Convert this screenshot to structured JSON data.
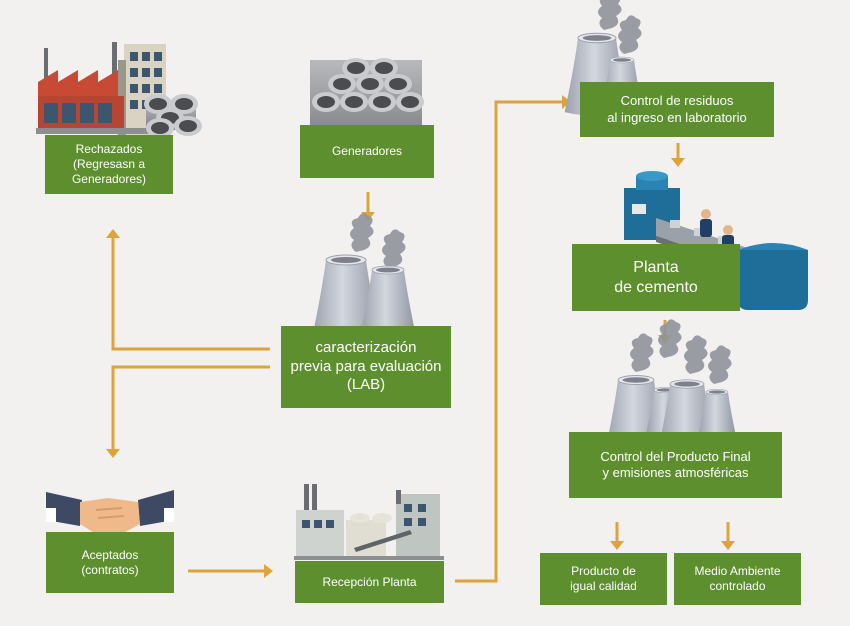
{
  "nodes": {
    "rechazados": "Rechazados\n(Regresasn a\nGeneradores)",
    "generadores": "Generadores",
    "caracterizacion": "caracterización\nprevia para evaluación\n(LAB)",
    "aceptados": "Aceptados\n(contratos)",
    "recepcion": "Recepción Planta",
    "control_residuos": "Control de residuos\nal ingreso en laboratorio",
    "planta_cemento": "Planta\nde cemento",
    "control_producto": "Control del Producto Final\ny emisiones atmosféricas",
    "producto_igual": "Producto de\nigual calidad",
    "medio_ambiente": "Medio Ambiente\ncontrolado"
  },
  "colors": {
    "box_fill": "#5d8f2e",
    "box_text": "#ffffff",
    "arrow": "#dca43a",
    "background": "#f2f1ef",
    "tower": "#b7bcc6",
    "pipe": "#8d8f92",
    "machine": "#1f6e99",
    "factory_roof": "#c84a34"
  },
  "icons": [
    "factory-icon",
    "pipes-icon",
    "cooling-towers-icon",
    "handshake-icon",
    "plant-building-icon",
    "conveyor-machine-icon",
    "workers-icon"
  ]
}
